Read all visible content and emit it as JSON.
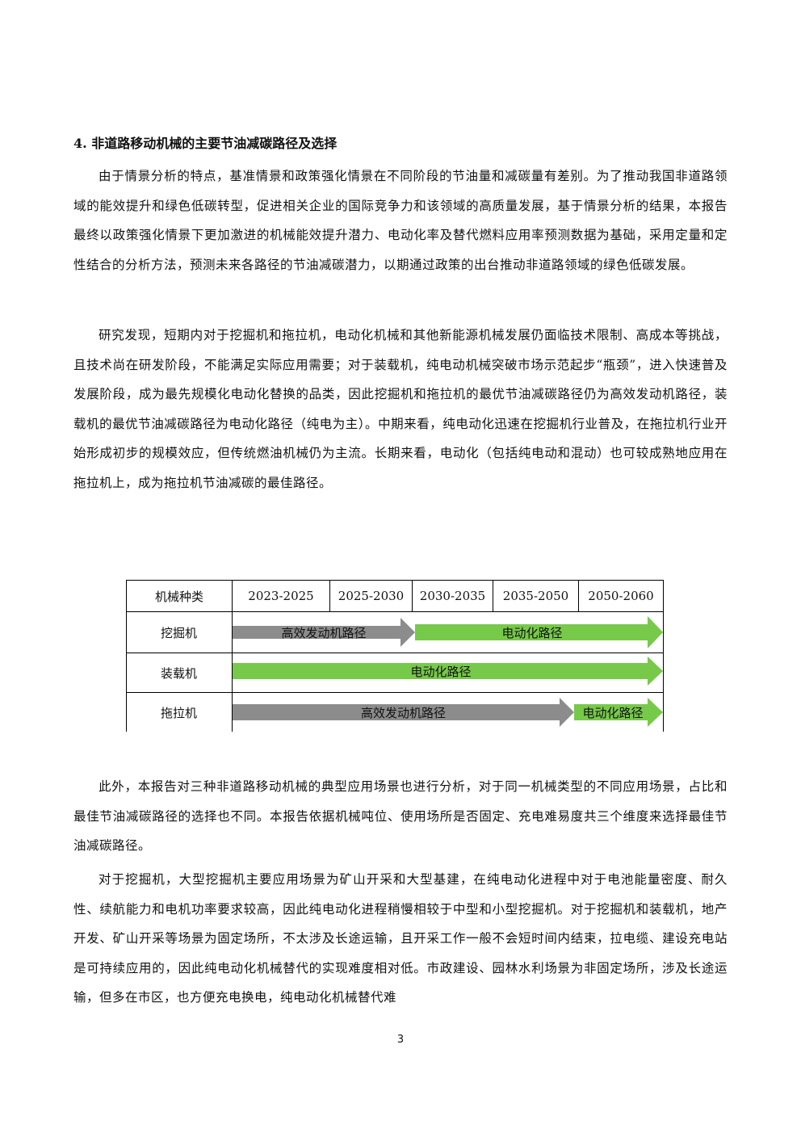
{
  "heading": "4.  非道路移动机械的主要节油减碳路径及选择",
  "paragraphs": [
    "由于情景分析的特点，基准情景和政策强化情景在不同阶段的节油量和减碳量有差别。为了推动我国非道路领域的能效提升和绿色低碳转型，促进相关企业的国际竞争力和该领域的高质量发展，基于情景分析的结果，本报告最终以政策强化情景下更加激进的机械能效提升潜力、电动化率及替代燃料应用率预测数据为基础，采用定量和定性结合的分析方法，预测未来各路径的节油减碳潜力，以期通过政策的出台推动非道路领域的绿色低碳发展。",
    "研究发现，短期内对于挖掘机和拖拉机，电动化机械和其他新能源机械发展仍面临技术限制、高成本等挑战，且技术尚在研发阶段，不能满足实际应用需要；对于装载机，纯电动机械突破市场示范起步“瓶颈”，进入快速普及发展阶段，成为最先规模化电动化替换的品类，因此挖掘机和拖拉机的最优节油减碳路径仍为高效发动机路径，装载机的最优节油减碳路径为电动化路径（纯电为主）。中期来看，纯电动化迅速在挖掘机行业普及，在拖拉机行业开始形成初步的规模效应，但传统燃油机械仍为主流。长期来看，电动化（包括纯电动和混动）也可较成熟地应用在拖拉机上，成为拖拉机节油减碳的最佳路径。",
    "此外，本报告对三种非道路移动机械的典型应用场景也进行分析，对于同一机械类型的不同应用场景，占比和最佳节油减碳路径的选择也不同。本报告依据机械吨位、使用场所是否固定、充电难易度共三个维度来选择最佳节油减碳路径。",
    "对于挖掘机，大型挖掘机主要应用场景为矿山开采和大型基建，在纯电动化进程中对于电池能量密度、耐久性、续航能力和电机功率要求较高，因此纯电动化进程稍慢相较于中型和小型挖掘机。对于挖掘机和装载机，地产开发、矿山开采等场景为固定场所，不太涉及长途运输，且开采工作一般不会短时间内结束，拉电缆、建设充电站是可持续应用的，因此纯电动化机械替代的实现难度相对低。市政建设、园林水利场景为非固定场所，涉及长途运输，但多在市区，也方便充电换电，纯电动化机械替代难"
  ],
  "table": {
    "header": [
      "机械种类",
      "2023-2025",
      "2025-2030",
      "2030-2035",
      "2035-2050",
      "2050-2060"
    ],
    "rows": [
      {
        "label": "挖掘机",
        "arrows": [
          {
            "text": "高效发动机路径",
            "color": "gray"
          },
          {
            "text": "电动化路径",
            "color": "green"
          }
        ]
      },
      {
        "label": "装载机",
        "arrows": [
          {
            "text": "电动化路径",
            "color": "green"
          }
        ]
      },
      {
        "label": "拖拉机",
        "arrows": [
          {
            "text": "高效发动机路径",
            "color": "gray"
          },
          {
            "text": "电动化路径",
            "color": "green"
          }
        ]
      }
    ],
    "colors": {
      "gray": "#8c8c8c",
      "green": "#77c94a"
    }
  },
  "page_number": "3"
}
